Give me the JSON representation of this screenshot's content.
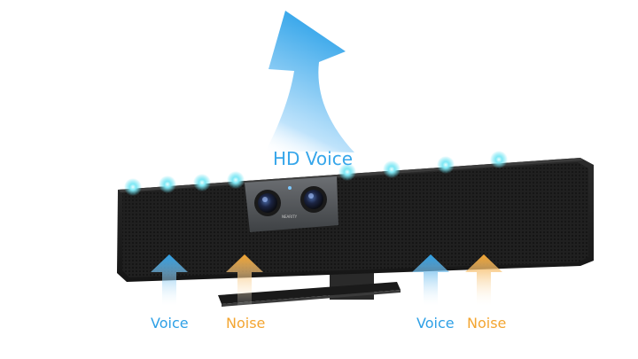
{
  "labels": {
    "hd_voice": "HD Voice",
    "voice_left": "Voice",
    "noise_left": "Noise",
    "voice_right": "Voice",
    "noise_right": "Noise"
  },
  "device": {
    "brand_mark": "NEARITY"
  },
  "colors": {
    "voice_blue": "#2ea0e6",
    "noise_orange": "#f3a531",
    "mic_glow": "#5fe0f0",
    "body_dark": "#1e1e1e"
  }
}
